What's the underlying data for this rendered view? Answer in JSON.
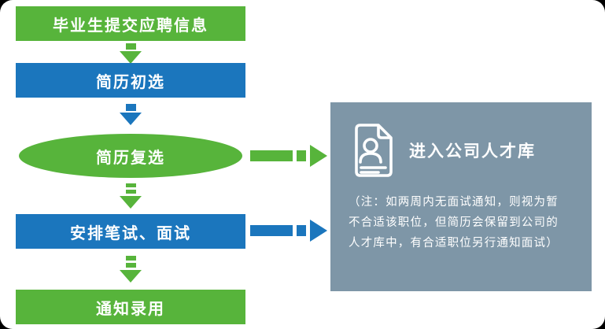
{
  "flow": {
    "step1": {
      "label": "毕业生提交应聘信息"
    },
    "step2": {
      "label": "简历初选"
    },
    "step3": {
      "label": "简历复选"
    },
    "step4": {
      "label": "安排笔试、面试"
    },
    "step5": {
      "label": "通知录用"
    }
  },
  "talent_panel": {
    "title": "进入公司人才库",
    "note_line1": "（注：如两周内无面试通知，则视为暂",
    "note_line2": "不合适该职位，但简历会保留到公司的",
    "note_line3": "人才库中，有合适职位另行通知面试）"
  },
  "icons": {
    "resume_document": "resume-document-icon"
  },
  "colors": {
    "green": "#57B43B",
    "blue": "#1B76BD",
    "panel": "#7E96A7",
    "text": "#FFFFFF"
  }
}
